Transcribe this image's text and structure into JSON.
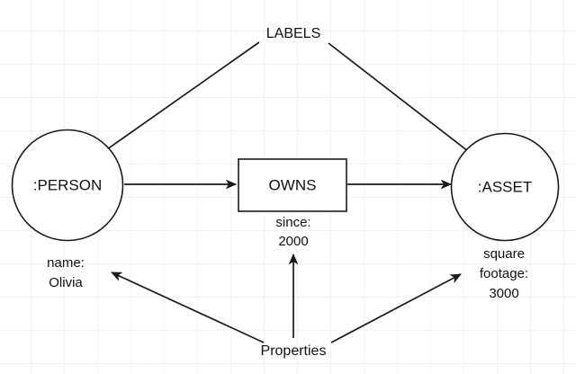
{
  "diagram": {
    "title_text": "LABELS",
    "properties_text": "Properties",
    "colors": {
      "stroke": "#1a1a1a",
      "text": "#111111",
      "grid": "#f2f2f2",
      "background": "#ffffff"
    },
    "nodes": [
      {
        "id": "person",
        "label": ":PERSON",
        "shape": "circle"
      },
      {
        "id": "owns",
        "label": "OWNS",
        "shape": "rectangle"
      },
      {
        "id": "asset",
        "label": ":ASSET",
        "shape": "circle"
      }
    ],
    "annotations": {
      "person_property": {
        "key": "name:",
        "value": "Olivia"
      },
      "owns_property": {
        "key": "since:",
        "value": "2000"
      },
      "asset_property": {
        "key_line1": "square",
        "key_line2": "footage:",
        "value": "3000"
      }
    },
    "edges": [
      {
        "from": "person",
        "to": "owns",
        "label": ""
      },
      {
        "from": "owns",
        "to": "asset",
        "label": ""
      },
      {
        "from": "LABELS",
        "to": "person",
        "label": ""
      },
      {
        "from": "LABELS",
        "to": "asset",
        "label": ""
      },
      {
        "from": "Properties",
        "to": "person_property",
        "label": ""
      },
      {
        "from": "Properties",
        "to": "owns_property",
        "label": ""
      },
      {
        "from": "Properties",
        "to": "asset_property",
        "label": ""
      }
    ]
  }
}
